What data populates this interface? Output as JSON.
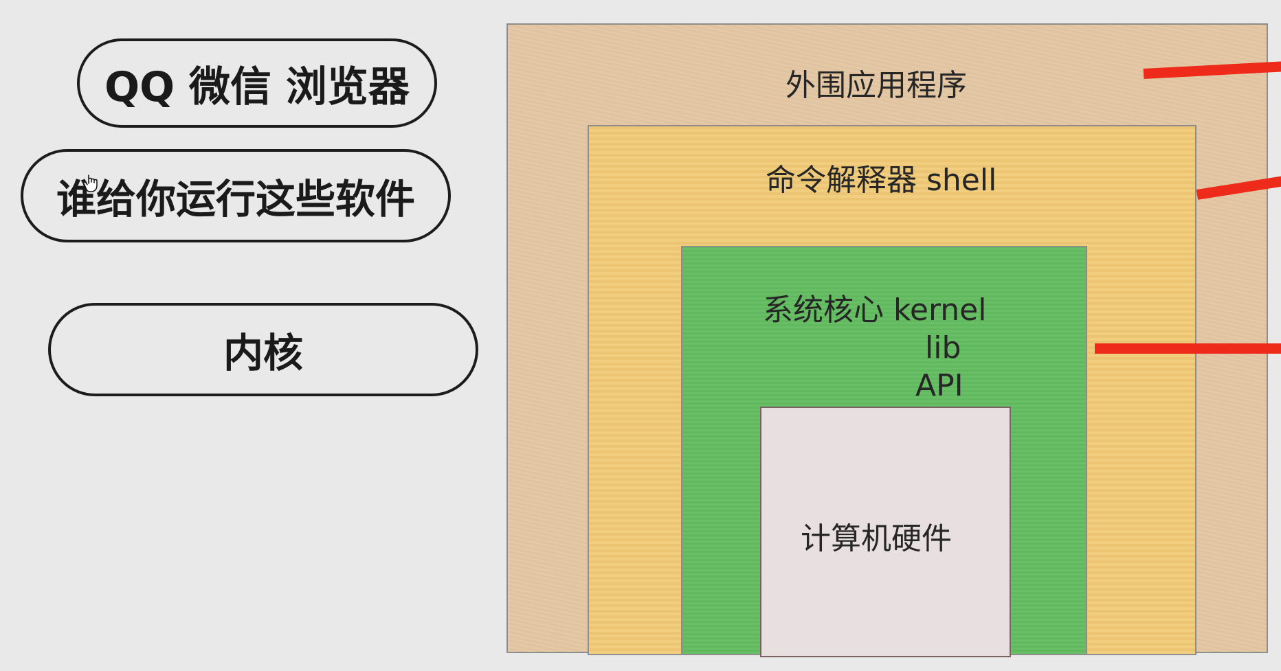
{
  "left_labels": {
    "apps": "QQ 微信 浏览器",
    "question": "谁给你运行这些软件",
    "kernel": "内核"
  },
  "layers": {
    "outer": "外围应用程序",
    "shell": "命令解释器  shell",
    "kernel": "系统核心  kernel",
    "lib": "lib",
    "api": "API",
    "hardware": "计算机硬件"
  },
  "colors": {
    "outer": "#e3c6a3",
    "shell": "#eec97a",
    "kernel": "#66bc63",
    "hardware": "#e8e0e0",
    "pointer_line": "#ee2a1a"
  },
  "icons": [
    "hand-cursor-icon"
  ]
}
